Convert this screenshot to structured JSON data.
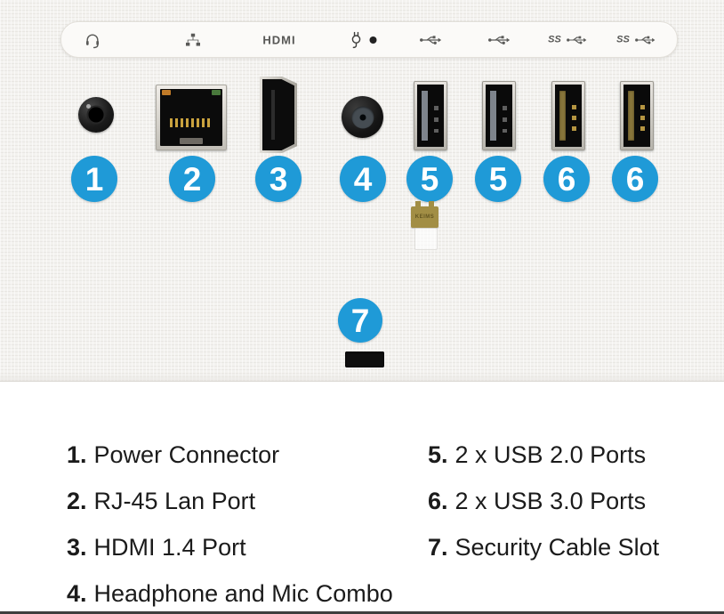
{
  "colors": {
    "accent": "#1f9ad7",
    "panel_bg": "#f3f2ef",
    "legend_text": "#1b1b1b"
  },
  "panel": {
    "icon_strip": {
      "icons": [
        "headset-icon",
        "lan-icon",
        "hdmi-logo",
        "power-plug-icon",
        "usb-icon",
        "usb-icon",
        "usb3-ss-icon",
        "usb3-ss-icon"
      ],
      "hdmi_label": "HDMI",
      "ss_label": "SS"
    },
    "ports": [
      "audio-combo-jack",
      "rj45-lan-port",
      "hdmi-port",
      "power-connector",
      "usb2-port",
      "usb2-port",
      "usb3-port",
      "usb3-port",
      "security-cable-slot"
    ],
    "callouts": [
      {
        "number": "1"
      },
      {
        "number": "2"
      },
      {
        "number": "3"
      },
      {
        "number": "4"
      },
      {
        "number": "5"
      },
      {
        "number": "5"
      },
      {
        "number": "6"
      },
      {
        "number": "6"
      }
    ],
    "security_callout": {
      "number": "7"
    },
    "tag_text": "KEIMS"
  },
  "legend": {
    "left": [
      {
        "num": "1.",
        "label": "Power Connector"
      },
      {
        "num": "2.",
        "label": "RJ-45 Lan Port"
      },
      {
        "num": "3.",
        "label": "HDMI 1.4 Port"
      },
      {
        "num": "4.",
        "label": "Headphone and Mic Combo"
      }
    ],
    "right": [
      {
        "num": "5.",
        "label": "2 x USB 2.0 Ports"
      },
      {
        "num": "6.",
        "label": "2 x USB 3.0 Ports"
      },
      {
        "num": "7.",
        "label": "Security Cable Slot"
      }
    ]
  }
}
